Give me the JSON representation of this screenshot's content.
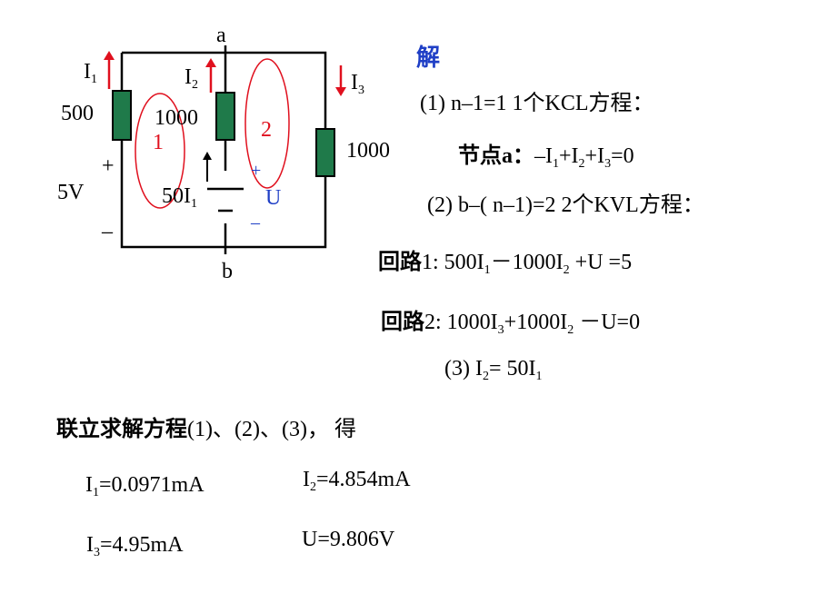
{
  "circuit": {
    "node_a": "a",
    "node_b": "b",
    "I1": {
      "base": "I",
      "sub": "1"
    },
    "I2": {
      "base": "I",
      "sub": "2"
    },
    "I3": {
      "base": "I",
      "sub": "3"
    },
    "R1": "500",
    "R2": "1000",
    "R3": "1000",
    "source_value": "5V",
    "source_plus": "+",
    "source_minus": "–",
    "loop1": "1",
    "loop2": "2",
    "ccvs": {
      "base": "50I",
      "sub": "1"
    },
    "U_plus": "+",
    "U_label": "U",
    "U_minus": "–",
    "colors": {
      "wire": "#000000",
      "resistor": "#1f7a4a",
      "current_arrow": "#e0101e",
      "loop": "#e0101e",
      "source_marks": "#1f3fc6"
    }
  },
  "solution": {
    "heading": "解",
    "step1": {
      "pre": "(1) n–1=1   1个KCL方程："
    },
    "node_eq": {
      "label": "节点a：",
      "p1": "–I",
      "s1": "1",
      "p2": "+I",
      "s2": "2",
      "p3": "+I",
      "s3": "3",
      "p4": "=0"
    },
    "step2": "(2) b–( n–1)=2  2个KVL方程：",
    "loop1_eq": {
      "label": "回路",
      "rest": "1:  500I",
      "s1": "1",
      "mid": "－1000I",
      "s2": "2",
      "end": " +U =5"
    },
    "loop2_eq": {
      "label": "回路",
      "rest": "2:  1000I",
      "s1": "3",
      "mid": "+1000I",
      "s2": "2",
      "end": " －U=0"
    },
    "step3": {
      "pre": "(3) I",
      "s1": "2",
      "mid": "= 50I",
      "s2": "1"
    },
    "combine": {
      "text": "联立求解方程",
      "refs": "(1)、(2)、(3)， 得"
    },
    "results": {
      "I1": {
        "base": "I",
        "sub": "1",
        "val": "=0.0971mA"
      },
      "I2": {
        "base": "I",
        "sub": "2",
        "val": "=4.854mA"
      },
      "I3": {
        "base": "I",
        "sub": "3",
        "val": "=4.95mA"
      },
      "U": {
        "text": "U=9.806V"
      }
    }
  }
}
